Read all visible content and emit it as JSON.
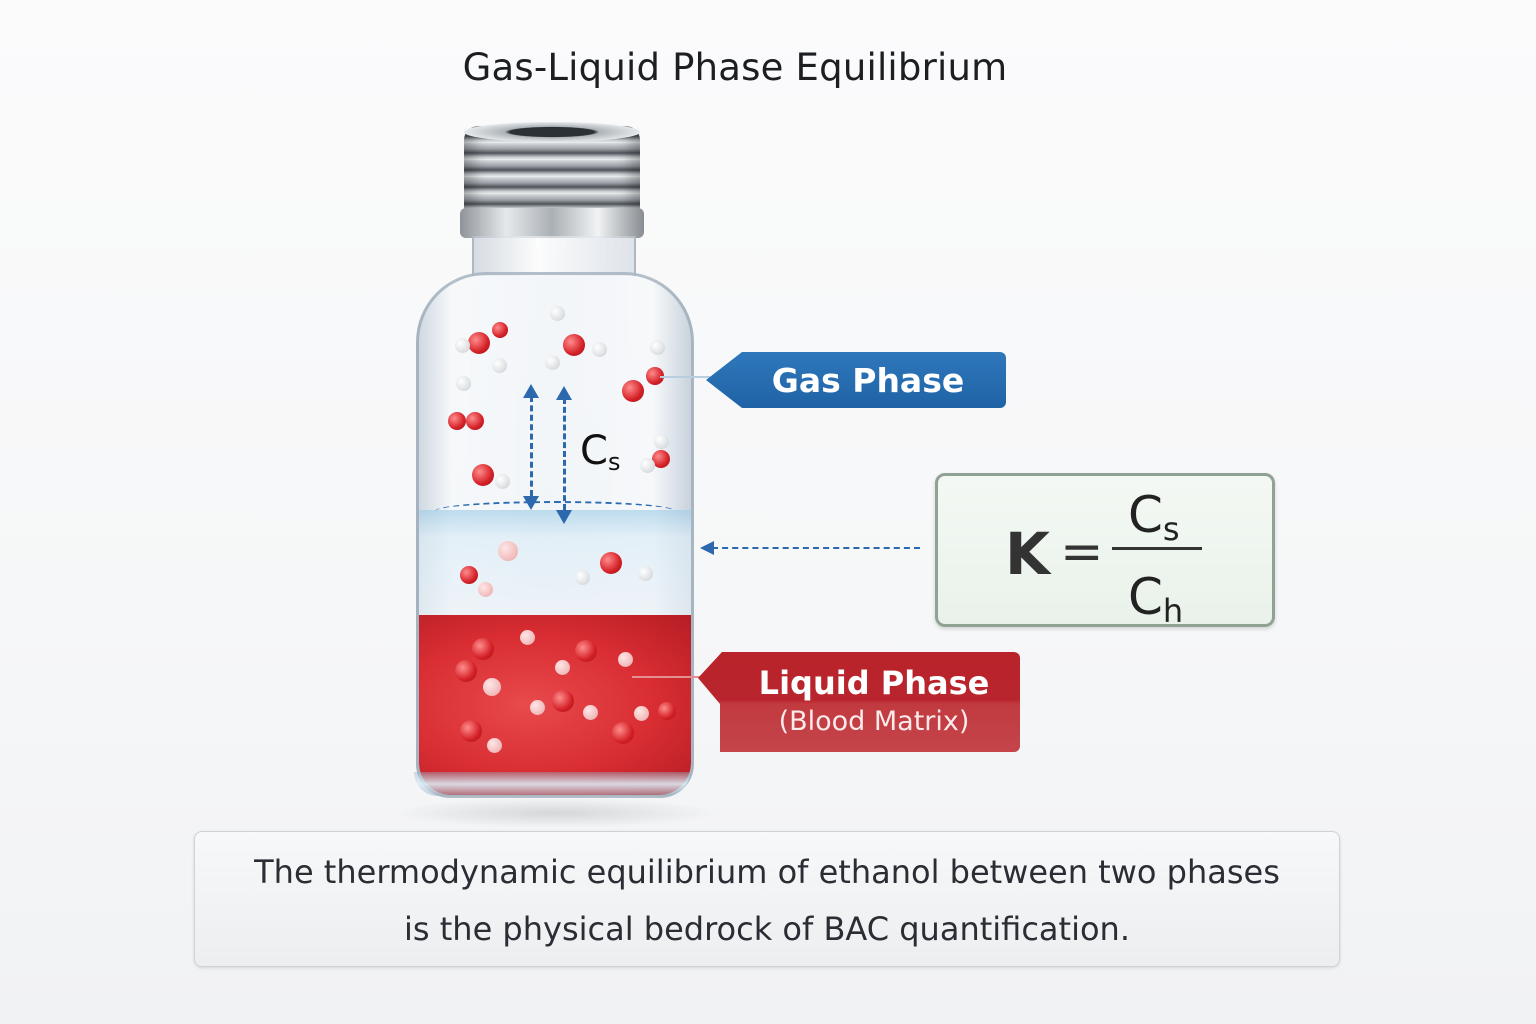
{
  "title": "Gas-Liquid Phase Equilibrium",
  "vial": {
    "cs_label": "C",
    "cs_sub": "s",
    "icon": "headspace-vial"
  },
  "labels": {
    "gas_phase": "Gas Phase",
    "liquid_phase": "Liquid Phase",
    "liquid_phase_sub": "(Blood Matrix)"
  },
  "formula": {
    "lhs": "K",
    "equals": "=",
    "numerator": "C",
    "numerator_sub": "s",
    "denominator": "C",
    "denominator_sub": "h"
  },
  "caption": {
    "line1": "The thermodynamic equilibrium of ethanol between two phases",
    "line2": "is the physical bedrock of BAC quantification."
  },
  "colors": {
    "gas_blue": "#1f63a6",
    "liquid_red": "#b9242b",
    "arrow_blue": "#2c68ad",
    "formula_border": "#8fa294"
  }
}
